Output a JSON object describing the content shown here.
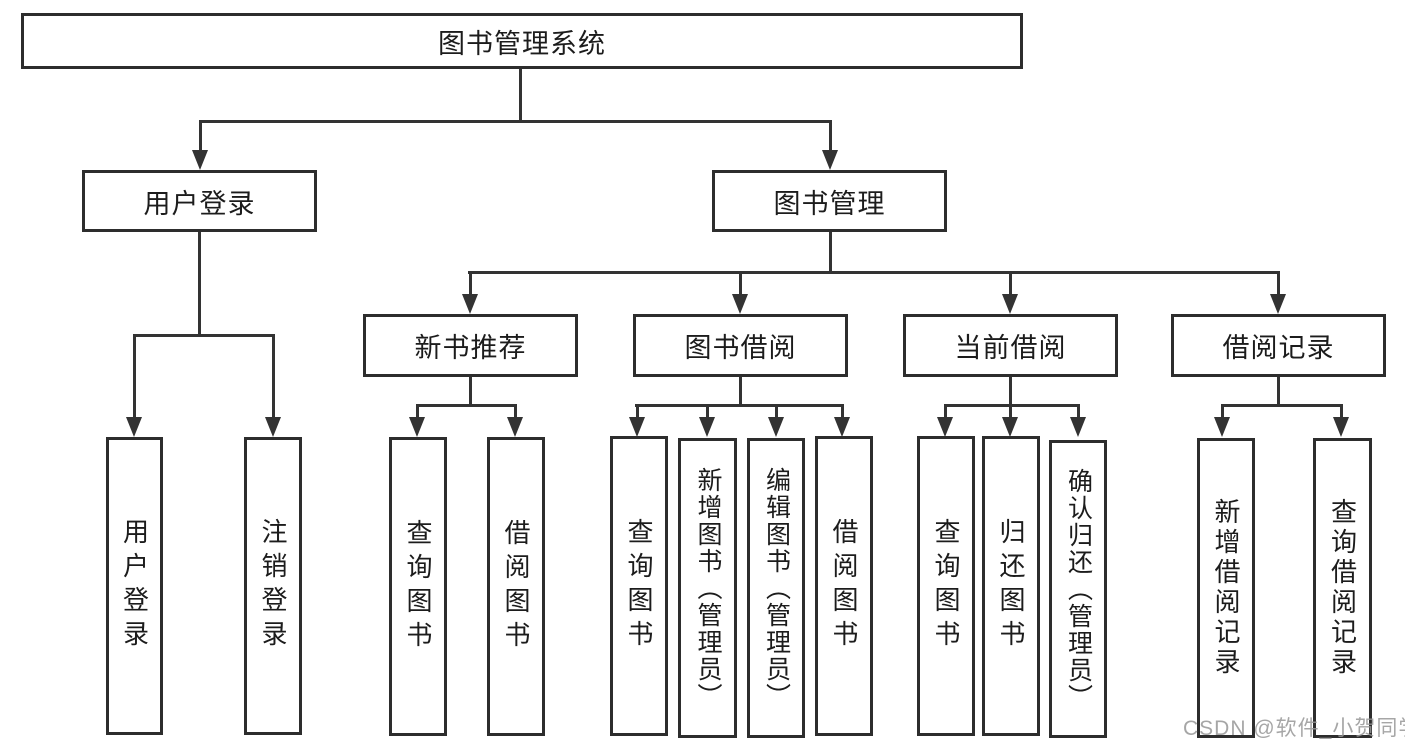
{
  "tree": {
    "root": "图书管理系统",
    "user_login": "用户登录",
    "book_mgmt": "图书管理",
    "user_login_children": [
      "用户登录",
      "注销登录"
    ],
    "sections": [
      {
        "label": "新书推荐",
        "children": [
          "查询图书",
          "借阅图书"
        ]
      },
      {
        "label": "图书借阅",
        "children": [
          "查询图书",
          "新增图书（管理员）",
          "编辑图书（管理员）",
          "借阅图书"
        ]
      },
      {
        "label": "当前借阅",
        "children": [
          "查询图书",
          "归还图书",
          "确认归还（管理员）"
        ]
      },
      {
        "label": "借阅记录",
        "children": [
          "新增借阅记录",
          "查询借阅记录"
        ]
      }
    ]
  },
  "watermark": "CSDN @软件_小贺同学",
  "colors": {
    "border": "#2d2d2d",
    "line": "#333333",
    "text": "#1c1c1c",
    "watermark": "#969696",
    "background": "#ffffff"
  }
}
